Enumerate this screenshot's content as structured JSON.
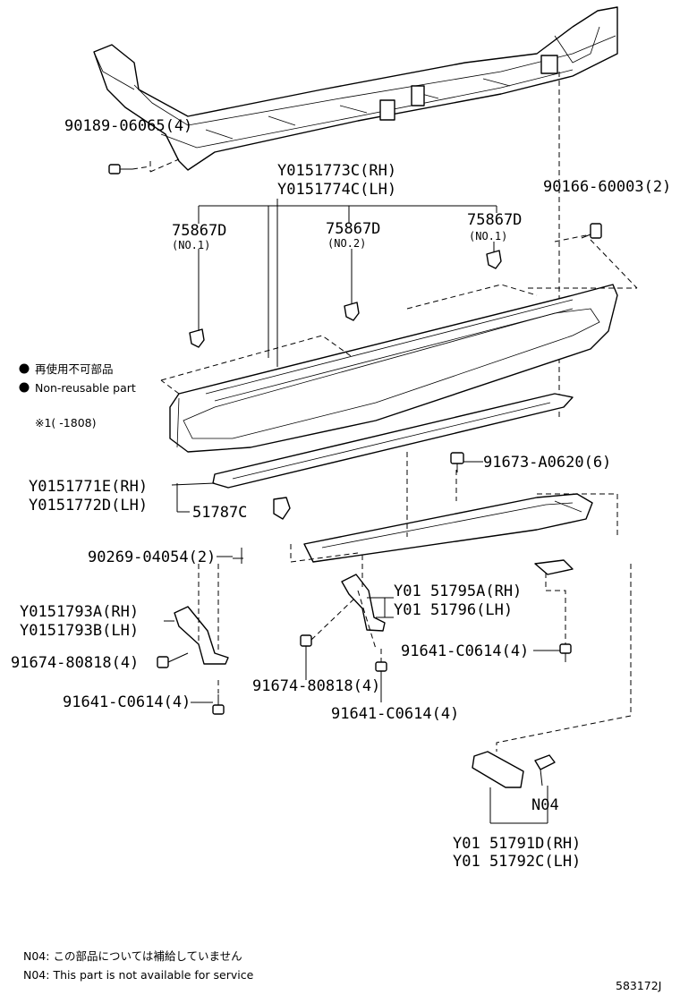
{
  "labels": {
    "p90189": "90189-06065(4)",
    "y773": "Y0151773C(RH)",
    "y774": "Y0151774C(LH)",
    "p90166": "90166-60003(2)",
    "c1": "75867D",
    "c1_sub": "(NO.1)",
    "c2": "75867D",
    "c2_sub": "(NO.2)",
    "c3": "75867D",
    "c3_sub": "(NO.1)",
    "p91673": "91673-A0620(6)",
    "y771": "Y0151771E(RH)",
    "y772": "Y0151772D(LH)",
    "p51787": "51787C",
    "p90269": "90269-04054(2)",
    "y793a": "Y0151793A(RH)",
    "y793b": "Y0151793B(LH)",
    "y795": "Y01 51795A(RH)",
    "y796": "Y01 51796(LH)",
    "p91674a": "91674-80818(4)",
    "p91641a": "91641-C0614(4)",
    "p91674b": "91674-80818(4)",
    "p91641b": "91641-C0614(4)",
    "p91641c": "91641-C0614(4)",
    "n04": "N04",
    "y791": "Y01 51791D(RH)",
    "y792": "Y01 51792C(LH)"
  },
  "legend": {
    "jp": "再使用不可部品",
    "en": "Non-reusable part",
    "note1": "※1(     -1808)"
  },
  "footer": {
    "jp": "N04: この部品については補給していません",
    "en": "N04: This part is not available for service",
    "code": "583172J"
  }
}
